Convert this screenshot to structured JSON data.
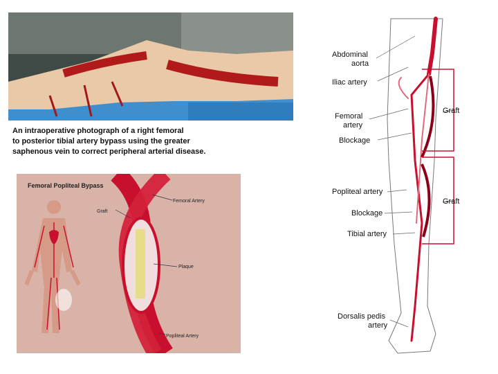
{
  "caption": {
    "line1": "An intraoperative photograph of a right femoral",
    "line2": "to posterior tibial artery bypass  using the greater",
    "line3": "saphenous vein to correct peripheral arterial disease."
  },
  "fpb": {
    "title": "Femoral Popliteal Bypass",
    "labels": {
      "graft": "Graft",
      "femoral": "Femoral Artery",
      "plaque": "Plaque",
      "popliteal": "Popliteal Artery"
    }
  },
  "leg": {
    "labels": {
      "abdominal_1": "Abdominal",
      "abdominal_2": "aorta",
      "iliac": "Iliac artery",
      "femoral_1": "Femoral",
      "femoral_2": "artery",
      "blockage_upper": "Blockage",
      "graft_upper": "Graft",
      "popliteal": "Popliteal artery",
      "graft_lower": "Graft",
      "blockage_lower": "Blockage",
      "tibial": "Tibial artery",
      "dorsalis_1": "Dorsalis pedis",
      "dorsalis_2": "artery"
    }
  },
  "colors": {
    "artery": "#c8102e",
    "graft_box": "#c8102e",
    "fpb_bg": "#d9b3a8"
  }
}
